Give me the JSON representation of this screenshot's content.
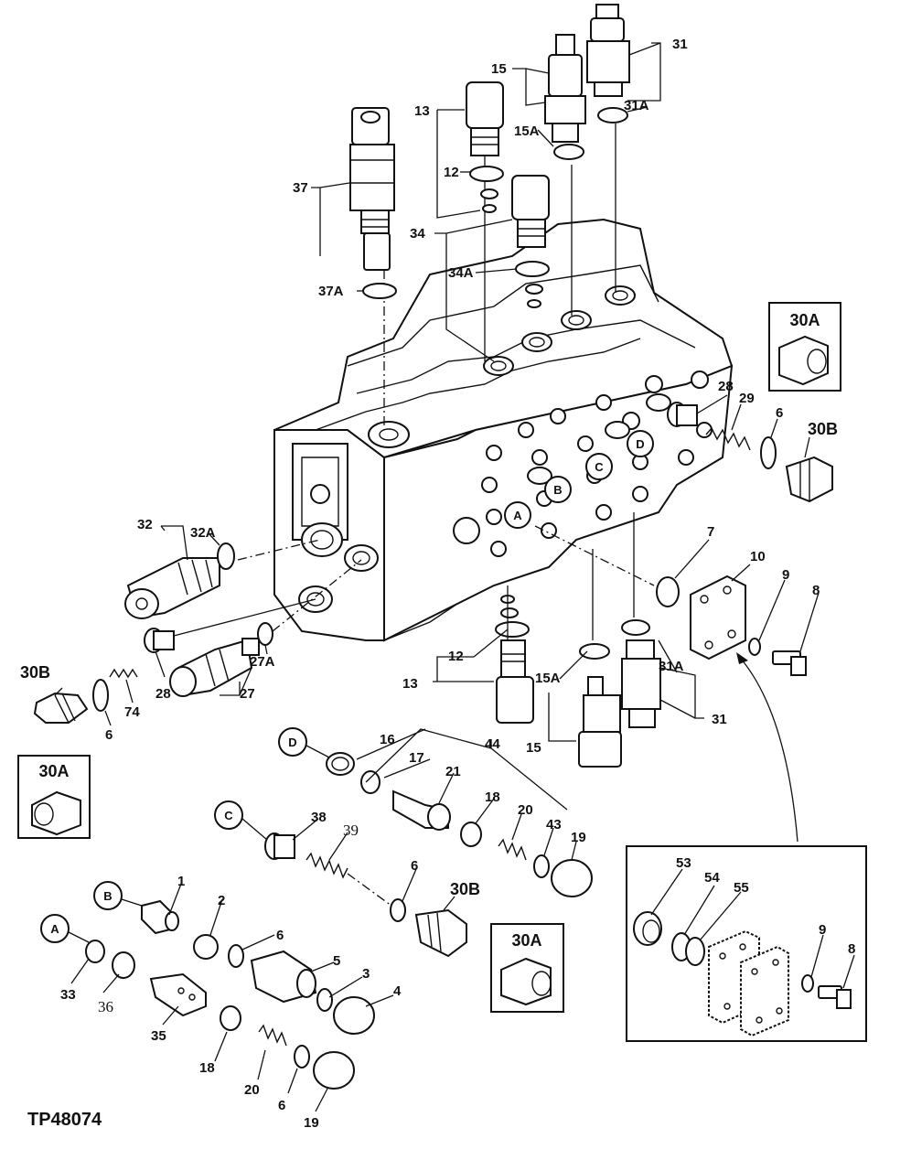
{
  "figure_id": "TP48074",
  "callouts": {
    "c1": "1",
    "c2": "2",
    "c3": "3",
    "c4": "4",
    "c5": "5",
    "c6a": "6",
    "c6b": "6",
    "c6c": "6",
    "c6d": "6",
    "c6e": "6",
    "c7": "7",
    "c8a": "8",
    "c8b": "8",
    "c9a": "9",
    "c9b": "9",
    "c10": "10",
    "c12a": "12",
    "c12b": "12",
    "c13a": "13",
    "c13b": "13",
    "c15a": "15",
    "c15b": "15",
    "c15Aa": "15A",
    "c15Ab": "15A",
    "c16": "16",
    "c17": "17",
    "c18a": "18",
    "c18b": "18",
    "c19a": "19",
    "c19b": "19",
    "c20a": "20",
    "c20b": "20",
    "c21": "21",
    "c27": "27",
    "c27A": "27A",
    "c28a": "28",
    "c28b": "28",
    "c29": "29",
    "c31a": "31",
    "c31b": "31",
    "c31Aa": "31A",
    "c31Ab": "31A",
    "c32": "32",
    "c32A": "32A",
    "c33": "33",
    "c34": "34",
    "c34A": "34A",
    "c35": "35",
    "c36": "36",
    "c37": "37",
    "c37A": "37A",
    "c38": "38",
    "c39": "39",
    "c43": "43",
    "c44": "44",
    "c53": "53",
    "c54": "54",
    "c55": "55",
    "c74": "74"
  },
  "plug_boxes": {
    "box1": "30A",
    "box2": "30A",
    "box3": "30A"
  },
  "plug_labels": {
    "b1": "30B",
    "b2": "30B",
    "b3": "30B"
  },
  "port_markers": {
    "A_body": "A",
    "B_body": "B",
    "C_body": "C",
    "D_body": "D",
    "A_parts": "A",
    "B_parts": "B",
    "C_parts": "C",
    "D_parts": "D"
  }
}
